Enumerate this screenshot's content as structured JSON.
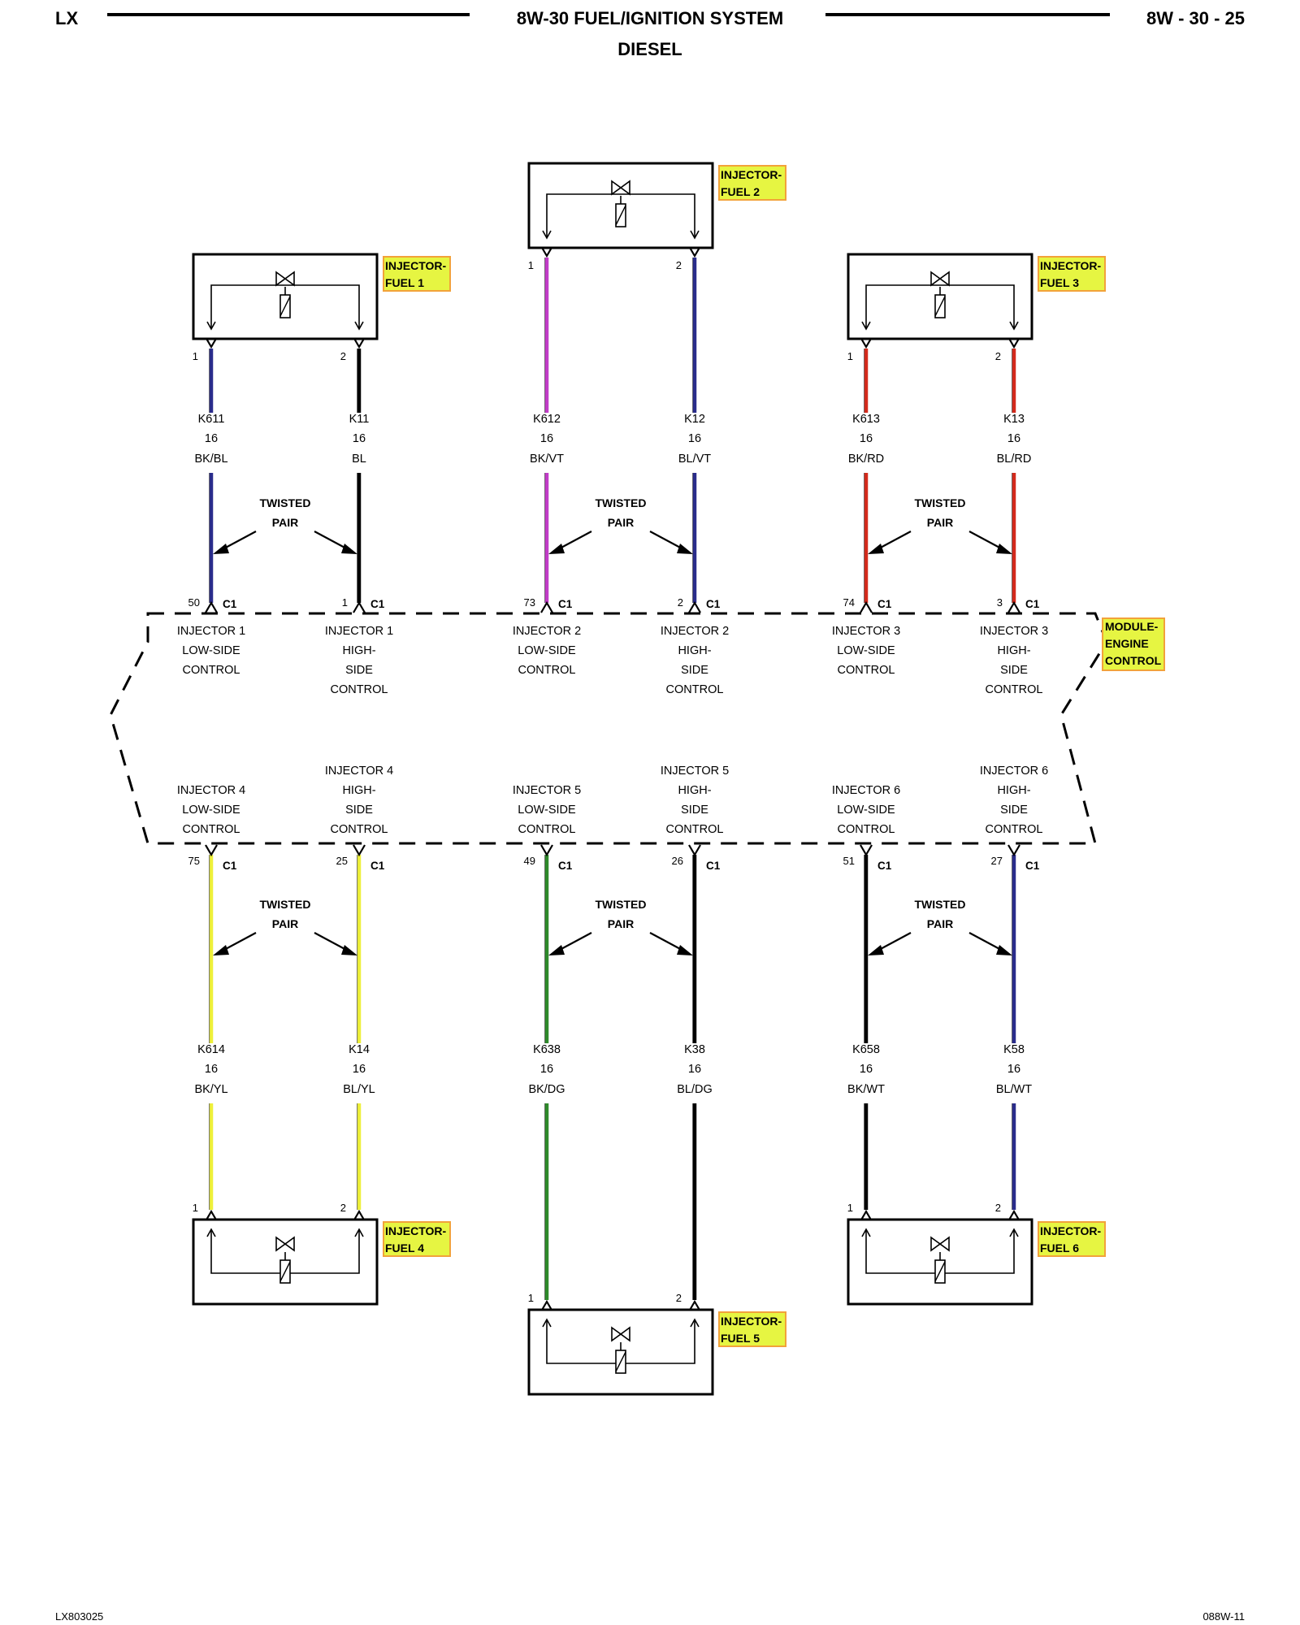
{
  "header": {
    "left": "LX",
    "title": "8W-30 FUEL/IGNITION SYSTEM",
    "subtitle": "DIESEL",
    "right": "8W - 30 - 25"
  },
  "footer": {
    "left": "LX803025",
    "right": "088W-11"
  },
  "colors": {
    "label_fill": "#e6f542",
    "label_stroke": "#f2a23a",
    "blue": "#2a2c8c",
    "violet": "#c23cc8",
    "red": "#d42a1c",
    "yellow": "#eef03a",
    "green": "#2e8a2a",
    "black": "#000000"
  },
  "module": {
    "label": [
      "MODULE-",
      "ENGINE",
      "CONTROL"
    ],
    "connector": "C1"
  },
  "twisted_pair_label": [
    "TWISTED",
    "PAIR"
  ],
  "injectors": [
    {
      "id": "inj1",
      "label": [
        "INJECTOR-",
        "FUEL 1"
      ],
      "icon": "fuel-injector-icon",
      "wires": [
        {
          "pin": "1",
          "circuit": "K611",
          "gauge": "16",
          "color": "BK/BL",
          "pcm_pin": "50",
          "func": [
            "INJECTOR 1",
            "LOW-SIDE",
            "CONTROL"
          ],
          "stroke": "#2a2c8c"
        },
        {
          "pin": "2",
          "circuit": "K11",
          "gauge": "16",
          "color": "BL",
          "pcm_pin": "1",
          "func": [
            "INJECTOR 1",
            "HIGH-",
            "SIDE",
            "CONTROL"
          ],
          "stroke": "#000000"
        }
      ]
    },
    {
      "id": "inj2",
      "label": [
        "INJECTOR-",
        "FUEL 2"
      ],
      "icon": "fuel-injector-icon",
      "wires": [
        {
          "pin": "1",
          "circuit": "K612",
          "gauge": "16",
          "color": "BK/VT",
          "pcm_pin": "73",
          "func": [
            "INJECTOR 2",
            "LOW-SIDE",
            "CONTROL"
          ],
          "stroke": "#c23cc8"
        },
        {
          "pin": "2",
          "circuit": "K12",
          "gauge": "16",
          "color": "BL/VT",
          "pcm_pin": "2",
          "func": [
            "INJECTOR 2",
            "HIGH-",
            "SIDE",
            "CONTROL"
          ],
          "stroke": "#2a2c8c"
        }
      ]
    },
    {
      "id": "inj3",
      "label": [
        "INJECTOR-",
        "FUEL 3"
      ],
      "icon": "fuel-injector-icon",
      "wires": [
        {
          "pin": "1",
          "circuit": "K613",
          "gauge": "16",
          "color": "BK/RD",
          "pcm_pin": "74",
          "func": [
            "INJECTOR 3",
            "LOW-SIDE",
            "CONTROL"
          ],
          "stroke": "#d42a1c"
        },
        {
          "pin": "2",
          "circuit": "K13",
          "gauge": "16",
          "color": "BL/RD",
          "pcm_pin": "3",
          "func": [
            "INJECTOR 3",
            "HIGH-",
            "SIDE",
            "CONTROL"
          ],
          "stroke": "#d42a1c"
        }
      ]
    },
    {
      "id": "inj4",
      "label": [
        "INJECTOR-",
        "FUEL 4"
      ],
      "icon": "fuel-injector-icon",
      "wires": [
        {
          "pin": "1",
          "circuit": "K614",
          "gauge": "16",
          "color": "BK/YL",
          "pcm_pin": "75",
          "func": [
            "INJECTOR 4",
            "LOW-SIDE",
            "CONTROL"
          ],
          "stroke": "#eef03a"
        },
        {
          "pin": "2",
          "circuit": "K14",
          "gauge": "16",
          "color": "BL/YL",
          "pcm_pin": "25",
          "func": [
            "INJECTOR 4",
            "HIGH-",
            "SIDE",
            "CONTROL"
          ],
          "stroke": "#eef03a"
        }
      ]
    },
    {
      "id": "inj5",
      "label": [
        "INJECTOR-",
        "FUEL 5"
      ],
      "icon": "fuel-injector-icon",
      "wires": [
        {
          "pin": "1",
          "circuit": "K638",
          "gauge": "16",
          "color": "BK/DG",
          "pcm_pin": "49",
          "func": [
            "INJECTOR 5",
            "LOW-SIDE",
            "CONTROL"
          ],
          "stroke": "#2e8a2a"
        },
        {
          "pin": "2",
          "circuit": "K38",
          "gauge": "16",
          "color": "BL/DG",
          "pcm_pin": "26",
          "func": [
            "INJECTOR 5",
            "HIGH-",
            "SIDE",
            "CONTROL"
          ],
          "stroke": "#000000"
        }
      ]
    },
    {
      "id": "inj6",
      "label": [
        "INJECTOR-",
        "FUEL 6"
      ],
      "icon": "fuel-injector-icon",
      "wires": [
        {
          "pin": "1",
          "circuit": "K658",
          "gauge": "16",
          "color": "BK/WT",
          "pcm_pin": "51",
          "func": [
            "INJECTOR 6",
            "LOW-SIDE",
            "CONTROL"
          ],
          "stroke": "#000000"
        },
        {
          "pin": "2",
          "circuit": "K58",
          "gauge": "16",
          "color": "BL/WT",
          "pcm_pin": "27",
          "func": [
            "INJECTOR 6",
            "HIGH-",
            "SIDE",
            "CONTROL"
          ],
          "stroke": "#2a2c8c"
        }
      ]
    }
  ]
}
